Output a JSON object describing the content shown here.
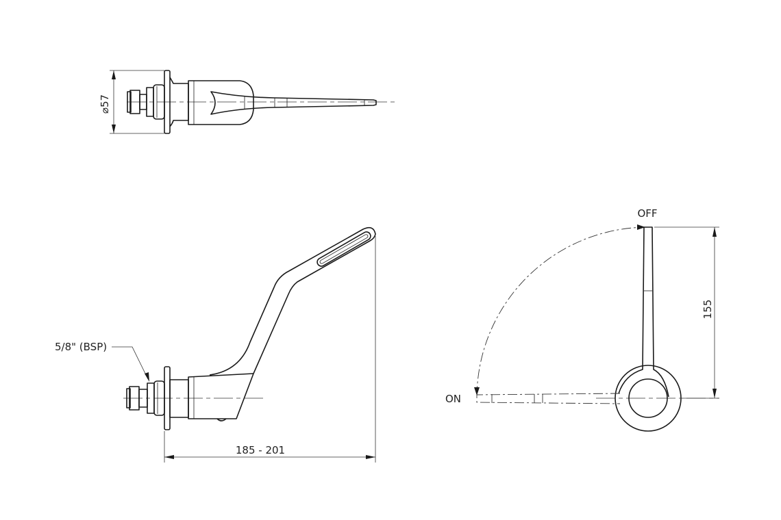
{
  "drawing": {
    "top_view": {
      "diameter_label": "⌀57"
    },
    "side_view": {
      "thread_label": "5/8\" (BSP)",
      "length_label": "185 - 201"
    },
    "front_view": {
      "off_label": "OFF",
      "on_label": "ON",
      "height_label": "155"
    }
  }
}
